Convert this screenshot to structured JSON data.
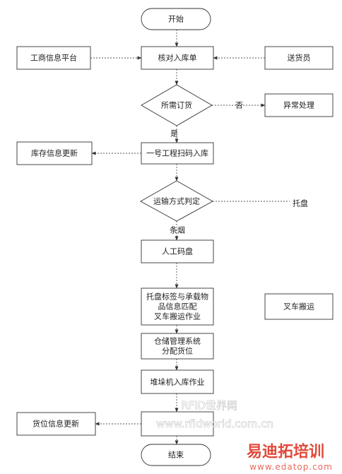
{
  "nodes": {
    "start": "开始",
    "check": "核对入库单",
    "platform": "工商信息平台",
    "courier": "送货员",
    "decision1": "所需订货",
    "exception": "异常处理",
    "scan": "一号工程扫码入库",
    "inventory": "库存信息更新",
    "decision2": "运输方式判定",
    "manual": "人工码盘",
    "pallet_l1": "托盘标签与承载物",
    "pallet_l2": "品信息匹配",
    "pallet_l3": "叉车搬运作业",
    "forklift": "叉车搬运",
    "wms_l1": "仓储管理系统",
    "wms_l2": "分配货位",
    "stacker": "堆垛机入库作业",
    "location": "货位信息更新",
    "end": "结束"
  },
  "labels": {
    "no": "否",
    "yes": "是",
    "pallet": "托盘",
    "cigarette": "条烟"
  },
  "watermark": {
    "line1": "RFID世界网",
    "line2": "www.rfidworld.com.cn",
    "brand": "易迪拓培训",
    "url": "www.edatop.com"
  }
}
